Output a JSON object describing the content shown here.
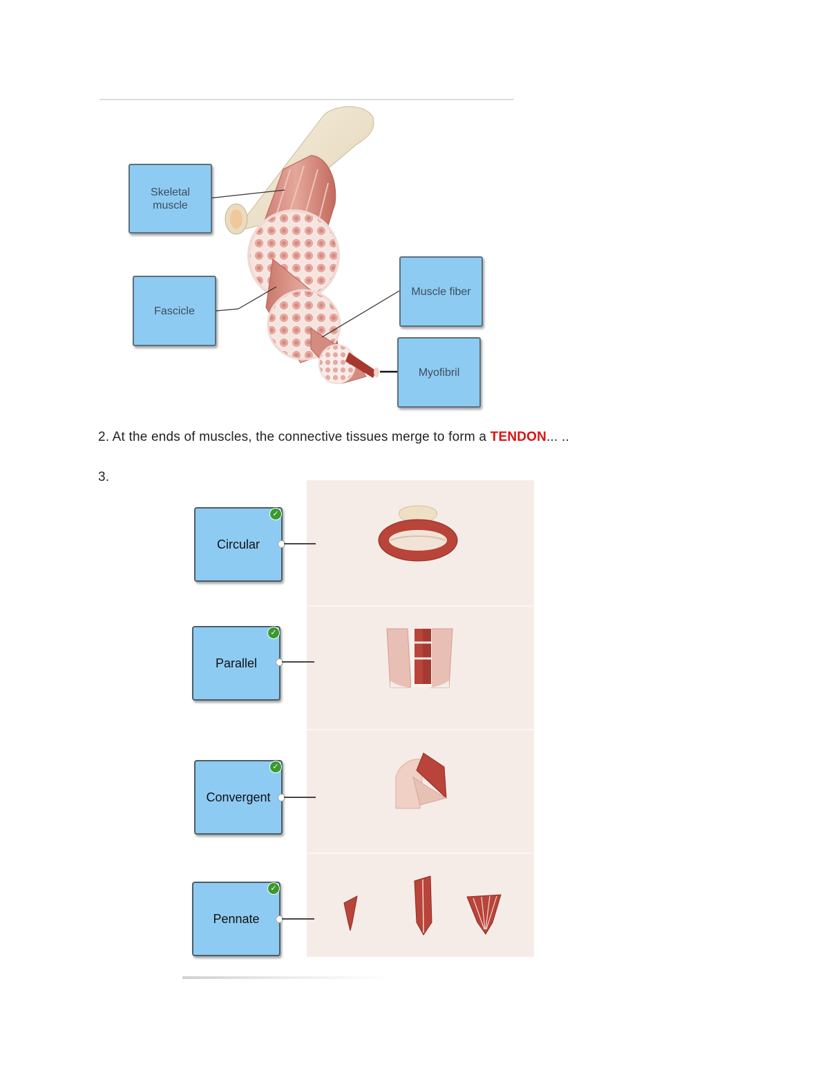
{
  "figure1": {
    "labels": {
      "skeletal_muscle": "Skeletal\nmuscle",
      "fascicle": "Fascicle",
      "muscle_fiber": "Muscle fiber",
      "myofibril": "Myofibril"
    }
  },
  "question2": {
    "text": "2. At the ends of muscles, the connective tissues merge to form a ",
    "answer": "TENDON",
    "trailing": "... .."
  },
  "question3": {
    "number": "3.",
    "types": [
      {
        "label": "Circular"
      },
      {
        "label": "Parallel"
      },
      {
        "label": "Convergent"
      },
      {
        "label": "Pennate"
      }
    ]
  },
  "colors": {
    "label_fill": "#8ecbf2",
    "answer_red": "#e01010",
    "check_green": "#3a9a2e",
    "panel_bg": "#f5ece7",
    "muscle_red": "#b8443a"
  }
}
